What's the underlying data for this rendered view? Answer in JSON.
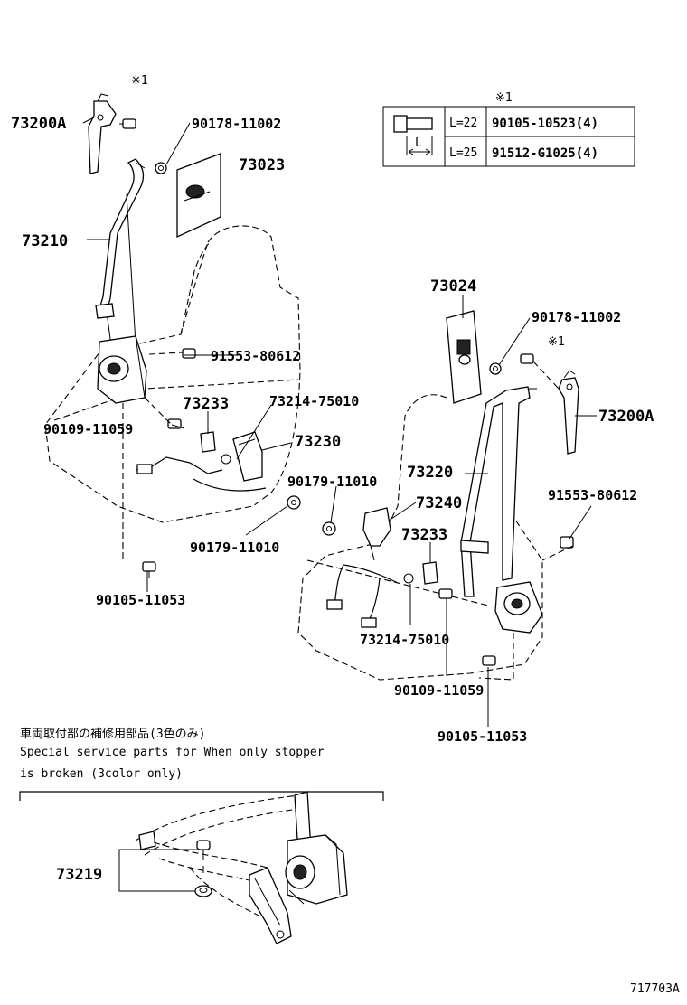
{
  "callouts": {
    "p73200A_left": "73200A",
    "p90178_left": "90178-11002",
    "p73023": "73023",
    "p73210": "73210",
    "p91553_left": "91553-80612",
    "p73233_left": "73233",
    "p73214_left": "73214-75010",
    "p90109_left": "90109-11059",
    "p73230": "73230",
    "p90179_left": "90179-11010",
    "p90105_left": "90105-11053",
    "p73024": "73024",
    "p90178_right": "90178-11002",
    "p73200A_right": "73200A",
    "p90179_right": "90179-11010",
    "p73220": "73220",
    "p73240": "73240",
    "p91553_right": "91553-80612",
    "p73233_right": "73233",
    "p73214_right": "73214-75010",
    "p90109_right": "90109-11059",
    "p90105_right": "90105-11053",
    "p73219": "73219"
  },
  "marks": {
    "mark_left": "※1",
    "mark_right": "※1",
    "table_mark": "※1"
  },
  "table": {
    "rows": [
      {
        "length": "L=22",
        "part": "90105-10523(4)"
      },
      {
        "length": "L=25",
        "part": "91512-G1025(4)"
      }
    ],
    "dimension_label": "L"
  },
  "note": {
    "japanese": "車両取付部の補修用部品(3色のみ)",
    "english_line1": "Special  service  parts  for  When  only  stopper",
    "english_line2": "is  broken  (3color  only)"
  },
  "figure_code": "717703A"
}
